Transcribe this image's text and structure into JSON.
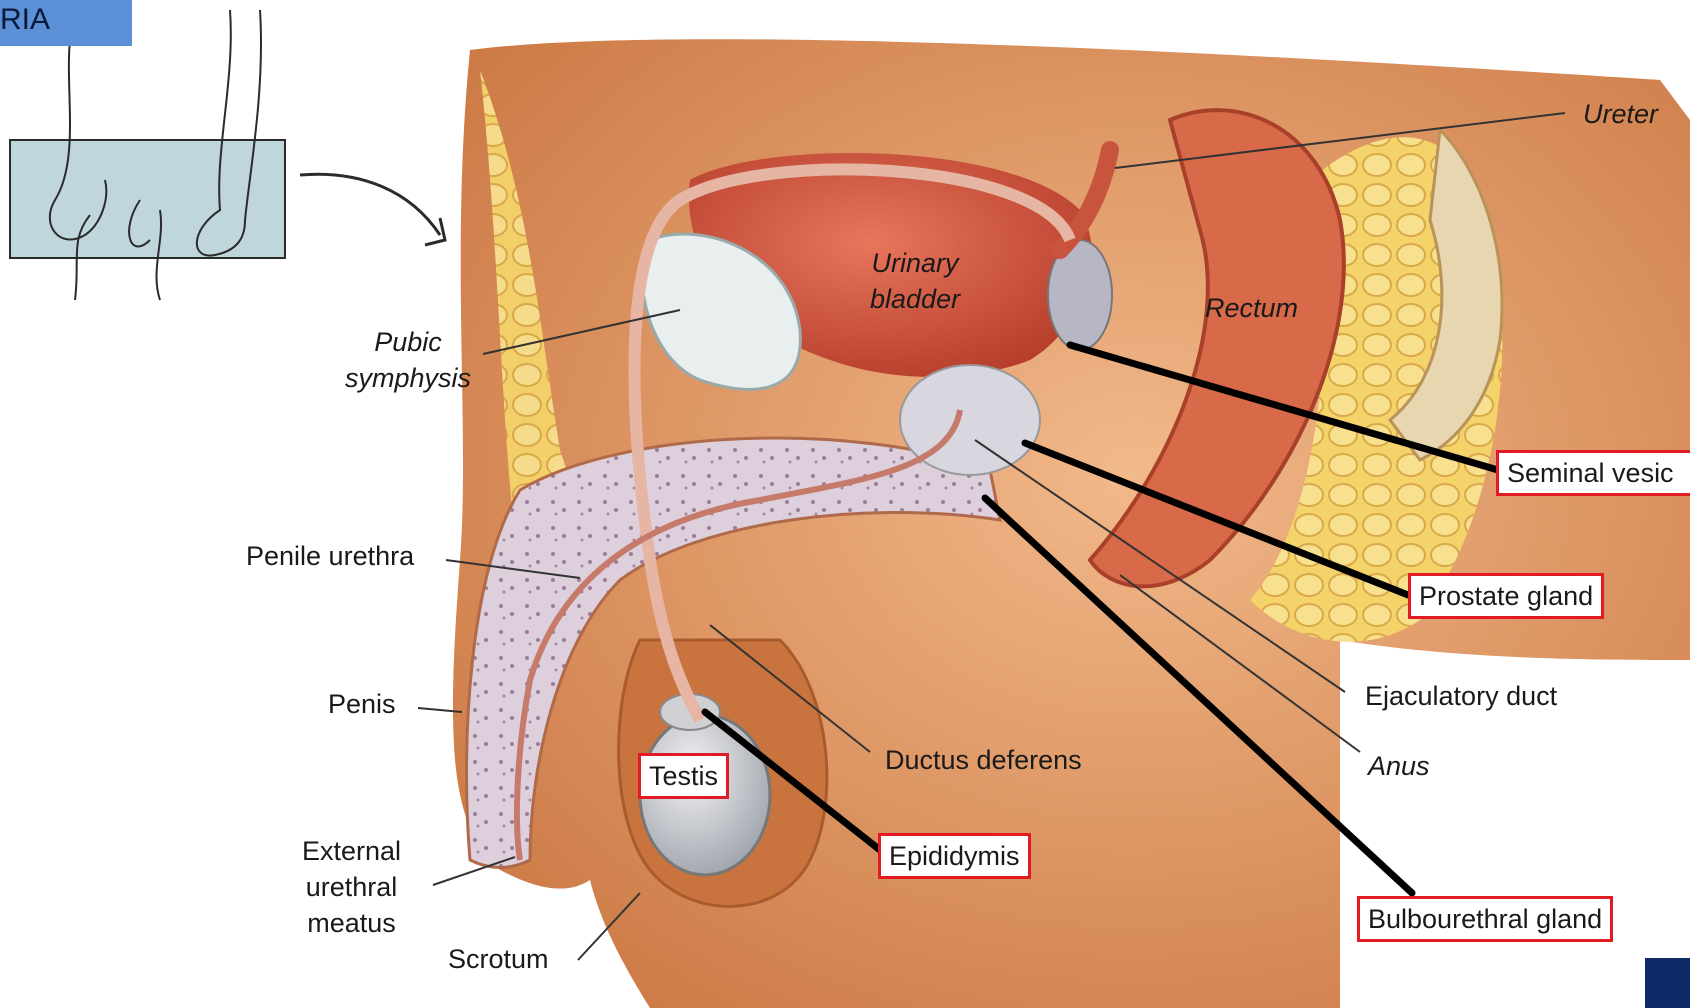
{
  "corner_tab": {
    "text": "RIA",
    "color": "#5b8fd6"
  },
  "labels": {
    "ureter": "Ureter",
    "urinary_bladder": "Urinary\nbladder",
    "rectum": "Rectum",
    "pubic_symphysis": "Pubic\nsymphysis",
    "seminal_vesicle": "Seminal vesic",
    "prostate_gland": "Prostate gland",
    "penile_urethra": "Penile urethra",
    "ejaculatory_duct": "Ejaculatory duct",
    "penis": "Penis",
    "anus": "Anus",
    "ductus_deferens": "Ductus deferens",
    "testis": "Testis",
    "epididymis": "Epididymis",
    "external_urethral_meatus": "External\nurethral\nmeatus",
    "scrotum": "Scrotum",
    "bulbourethral_gland": "Bulbourethral gland"
  },
  "colors": {
    "highlight_box": "#e01b24",
    "accent_square": "#0d2a66"
  }
}
